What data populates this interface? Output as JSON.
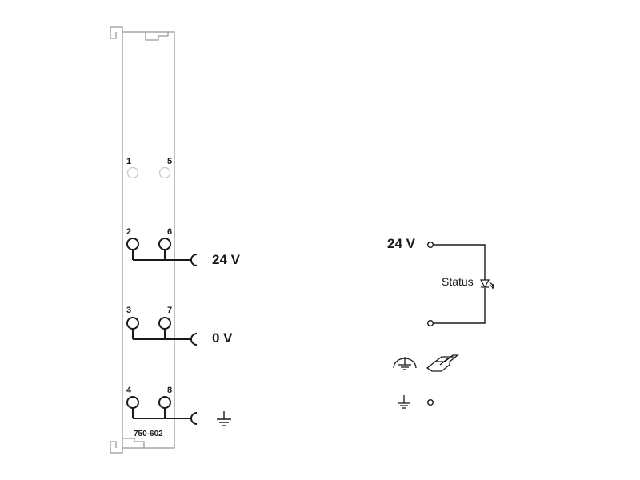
{
  "module": {
    "model_label": "750-602",
    "pins": {
      "p1": "1",
      "p2": "2",
      "p3": "3",
      "p4": "4",
      "p5": "5",
      "p6": "6",
      "p7": "7",
      "p8": "8"
    },
    "terminals": {
      "supply_24v": "24 V",
      "supply_0v": "0 V"
    }
  },
  "schematic": {
    "input_label": "24 V",
    "status_label": "Status"
  },
  "colors": {
    "line": "#1a1a1a",
    "housing": "#9a9a9a",
    "inactive_pin": "#c8c8c8"
  }
}
